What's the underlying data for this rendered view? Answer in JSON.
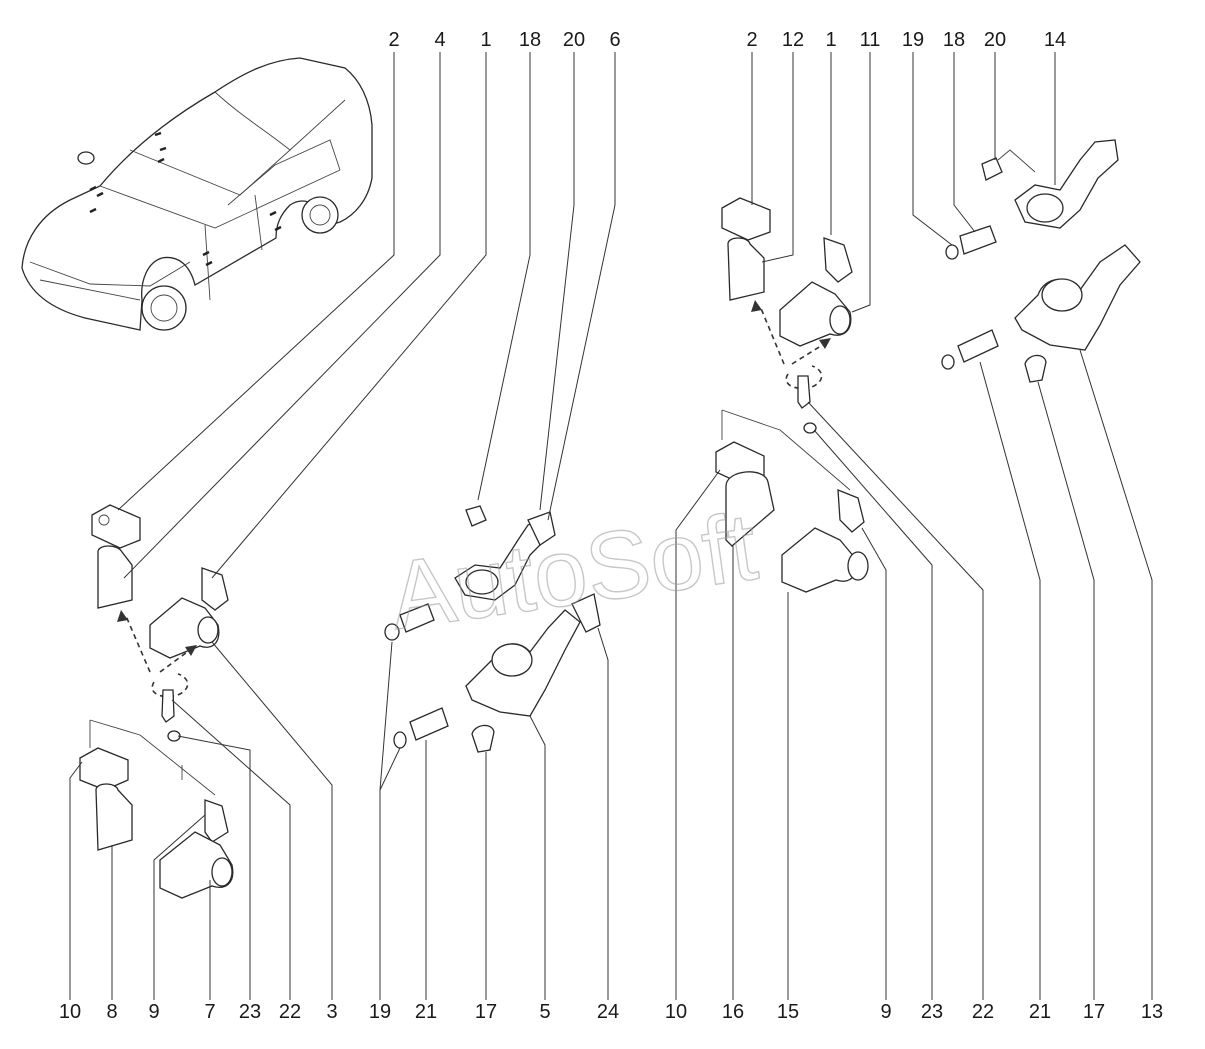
{
  "watermark": "AutoSoft",
  "callouts": [
    {
      "id": "t2a",
      "label": "2"
    },
    {
      "id": "t4",
      "label": "4"
    },
    {
      "id": "t1a",
      "label": "1"
    },
    {
      "id": "t18a",
      "label": "18"
    },
    {
      "id": "t20a",
      "label": "20"
    },
    {
      "id": "t6",
      "label": "6"
    },
    {
      "id": "t2b",
      "label": "2"
    },
    {
      "id": "t12",
      "label": "12"
    },
    {
      "id": "t1b",
      "label": "1"
    },
    {
      "id": "t11",
      "label": "11"
    },
    {
      "id": "t19a",
      "label": "19"
    },
    {
      "id": "t18b",
      "label": "18"
    },
    {
      "id": "t20b",
      "label": "20"
    },
    {
      "id": "t14",
      "label": "14"
    },
    {
      "id": "b10a",
      "label": "10"
    },
    {
      "id": "b8",
      "label": "8"
    },
    {
      "id": "b9a",
      "label": "9"
    },
    {
      "id": "b7",
      "label": "7"
    },
    {
      "id": "b23a",
      "label": "23"
    },
    {
      "id": "b22a",
      "label": "22"
    },
    {
      "id": "b3",
      "label": "3"
    },
    {
      "id": "b19",
      "label": "19"
    },
    {
      "id": "b21a",
      "label": "21"
    },
    {
      "id": "b17a",
      "label": "17"
    },
    {
      "id": "b5",
      "label": "5"
    },
    {
      "id": "b24",
      "label": "24"
    },
    {
      "id": "b10b",
      "label": "10"
    },
    {
      "id": "b16",
      "label": "16"
    },
    {
      "id": "b15",
      "label": "15"
    },
    {
      "id": "b9b",
      "label": "9"
    },
    {
      "id": "b23b",
      "label": "23"
    },
    {
      "id": "b22b",
      "label": "22"
    },
    {
      "id": "b21b",
      "label": "21"
    },
    {
      "id": "b17b",
      "label": "17"
    },
    {
      "id": "b13",
      "label": "13"
    }
  ]
}
